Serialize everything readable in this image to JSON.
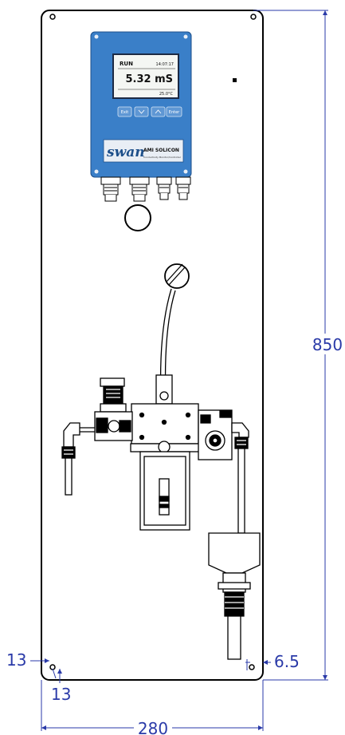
{
  "dimensions": {
    "height": "850",
    "width": "280",
    "hole_offset_x": "13",
    "hole_offset_y": "13",
    "hole_offset_right": "6.5"
  },
  "controller": {
    "display_status": "RUN",
    "display_time": "14:07:17",
    "display_value": "5.32 mS",
    "display_sub": "25.0°C",
    "keys": [
      "Exit",
      "",
      "",
      "Enter"
    ],
    "brand": "swan",
    "model": "AMI SOLICON",
    "model_sub": "Conductivity Monitor/Controller"
  },
  "colors": {
    "dimension": "#2a3aa8",
    "controller_body": "#3a7fc8",
    "panel_outline": "#000000"
  }
}
